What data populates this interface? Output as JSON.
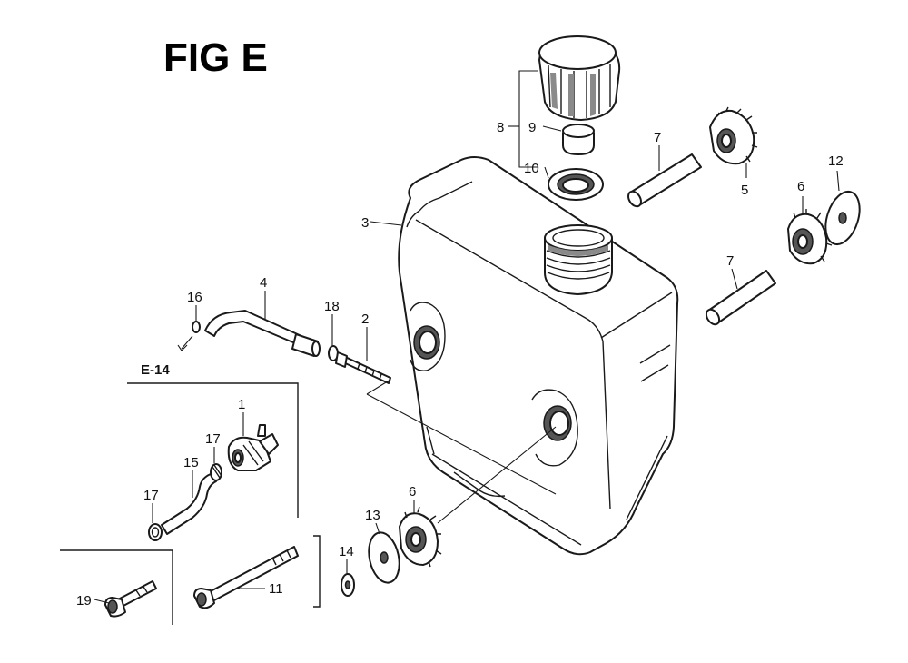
{
  "figure": {
    "title": "FIG E",
    "reference": "E-14"
  },
  "callouts": {
    "c1": "1",
    "c2": "2",
    "c3": "3",
    "c4": "4",
    "c5": "5",
    "c6a": "6",
    "c6b": "6",
    "c7a": "7",
    "c7b": "7",
    "c8": "8",
    "c9": "9",
    "c10": "10",
    "c11": "11",
    "c12": "12",
    "c13": "13",
    "c14": "14",
    "c15": "15",
    "c16": "16",
    "c17a": "17",
    "c17b": "17",
    "c18": "18",
    "c19": "19"
  }
}
